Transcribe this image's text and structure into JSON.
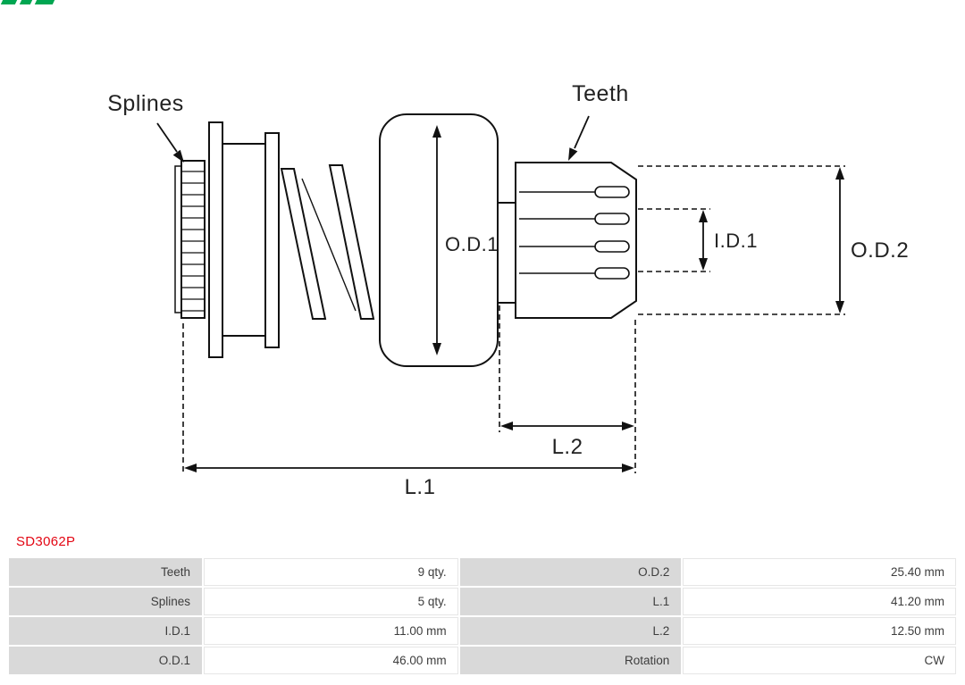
{
  "brand": {
    "logo_fragment_color": "#00a651"
  },
  "part": {
    "number": "SD3062P",
    "number_color": "#e30613"
  },
  "drawing": {
    "line_color": "#111111",
    "labels": {
      "splines": "Splines",
      "teeth": "Teeth",
      "od1": "O.D.1",
      "id1": "I.D.1",
      "od2": "O.D.2",
      "l2": "L.2",
      "l1": "L.1"
    }
  },
  "spec_table": {
    "label_bg": "#d9d9d9",
    "rows": [
      {
        "cells": [
          "Teeth",
          "9 qty.",
          "O.D.2",
          "25.40 mm"
        ]
      },
      {
        "cells": [
          "Splines",
          "5 qty.",
          "L.1",
          "41.20 mm"
        ]
      },
      {
        "cells": [
          "I.D.1",
          "11.00 mm",
          "L.2",
          "12.50 mm"
        ]
      },
      {
        "cells": [
          "O.D.1",
          "46.00 mm",
          "Rotation",
          "CW"
        ]
      }
    ]
  }
}
